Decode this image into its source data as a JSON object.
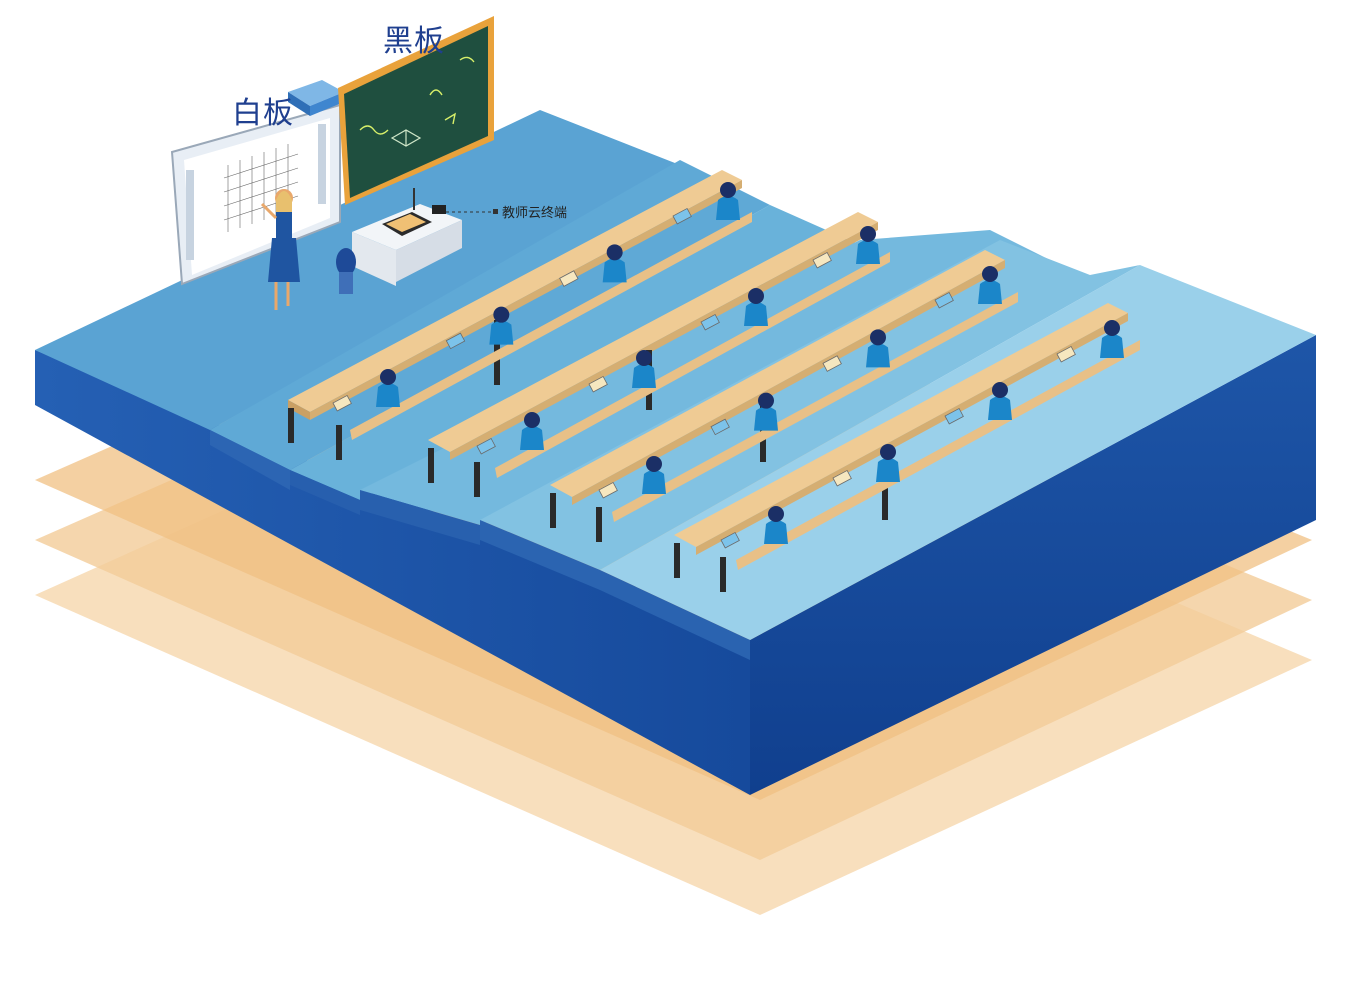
{
  "labels": {
    "whiteboard": "白板",
    "blackboard": "黑板",
    "teacher_terminal": "教师云终端"
  },
  "colors": {
    "platform_top": "#66afd8",
    "platform_front": "#1e4fa5",
    "platform_side": "#13489a",
    "base_layer": "#eab877",
    "desk_top": "#efcb94",
    "student_shirt": "#1b86c9",
    "chalkboard": "#1f4f3f",
    "chalkboard_frame": "#e9a23b"
  },
  "icons": [
    "projector-icon",
    "microphone-icon",
    "plant-icon",
    "laptop-icon",
    "book-icon"
  ]
}
